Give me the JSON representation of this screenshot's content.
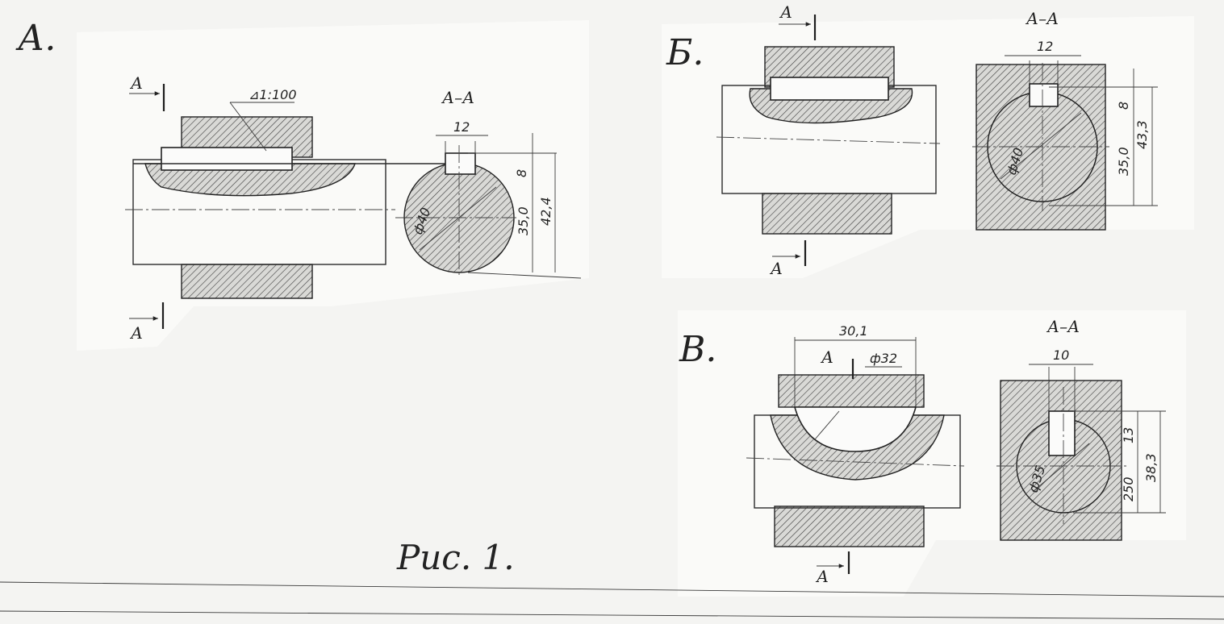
{
  "figure": {
    "caption": "Рис. 1.",
    "panels": [
      {
        "id": "A",
        "label": "А.",
        "taper_note": "⊿1:100",
        "section_title": "А–А",
        "cut_mark_top": "А",
        "cut_mark_bottom": "А",
        "dims": {
          "key_width": "12",
          "key_depth": "8",
          "shaft_dia": "ф40",
          "h1": "35,0",
          "h2": "42,4"
        }
      },
      {
        "id": "B",
        "label": "Б.",
        "section_title": "А–А",
        "cut_mark_top": "А",
        "cut_mark_bottom": "А",
        "dims": {
          "key_width": "12",
          "key_depth": "8",
          "shaft_dia": "ф40",
          "h1": "35,0",
          "h2": "43,3"
        }
      },
      {
        "id": "C",
        "label": "В.",
        "section_title": "А–А",
        "cut_mark_top": "А",
        "cut_mark_bottom": "А",
        "dims": {
          "length": "30,1",
          "key_dia": "ф32",
          "key_width": "10",
          "key_depth": "13",
          "shaft_dia": "ф35",
          "h1": "250",
          "h2": "38,3"
        }
      }
    ]
  }
}
